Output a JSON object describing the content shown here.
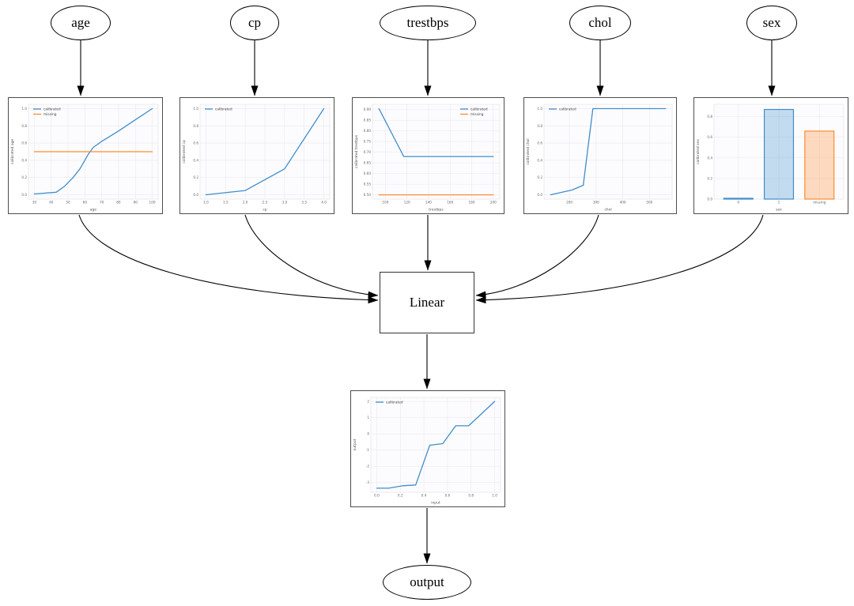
{
  "diagram": {
    "nodes": {
      "age": "age",
      "cp": "cp",
      "trestbps": "trestbps",
      "chol": "chol",
      "sex": "sex",
      "linear": "Linear",
      "output": "output"
    },
    "edges": [
      {
        "from": "age",
        "to": "age-calibrator"
      },
      {
        "from": "cp",
        "to": "cp-calibrator"
      },
      {
        "from": "trestbps",
        "to": "trestbps-calibrator"
      },
      {
        "from": "chol",
        "to": "chol-calibrator"
      },
      {
        "from": "sex",
        "to": "sex-calibrator"
      },
      {
        "from": "age-calibrator",
        "to": "Linear"
      },
      {
        "from": "cp-calibrator",
        "to": "Linear"
      },
      {
        "from": "trestbps-calibrator",
        "to": "Linear"
      },
      {
        "from": "chol-calibrator",
        "to": "Linear"
      },
      {
        "from": "sex-calibrator",
        "to": "Linear"
      },
      {
        "from": "Linear",
        "to": "output-calibrator"
      },
      {
        "from": "output-calibrator",
        "to": "output"
      }
    ]
  },
  "colors": {
    "calibrated": "#3f8ecb",
    "missing": "#ff8c2e"
  },
  "chart_data": [
    {
      "id": "age-calibrator",
      "type": "line",
      "xlabel": "age",
      "ylabel": "calibrated age",
      "xlim": [
        26.5,
        103.5
      ],
      "ylim": [
        -0.05,
        1.05
      ],
      "xticks": {
        "v": [
          30,
          40,
          50,
          60,
          70,
          80,
          90,
          100
        ],
        "l": [
          "30",
          "40",
          "50",
          "60",
          "70",
          "80",
          "90",
          "100"
        ]
      },
      "yticks": {
        "v": [
          0.0,
          0.2,
          0.4,
          0.6,
          0.8,
          1.0
        ],
        "l": [
          "0.0",
          "0.2",
          "0.4",
          "0.6",
          "0.8",
          "1.0"
        ]
      },
      "legend": "upper-left",
      "series": [
        {
          "name": "calibrated",
          "color_key": "calibrated",
          "x": [
            30,
            43,
            48,
            53,
            57,
            62,
            65,
            70,
            80,
            90,
            100
          ],
          "y": [
            0.01,
            0.03,
            0.1,
            0.2,
            0.3,
            0.47,
            0.55,
            0.62,
            0.74,
            0.87,
            1.0
          ]
        },
        {
          "name": "missing",
          "color_key": "missing",
          "x": [
            30,
            100
          ],
          "y": [
            0.5,
            0.5
          ]
        }
      ]
    },
    {
      "id": "cp-calibrator",
      "type": "line",
      "xlabel": "cp",
      "ylabel": "calibrated cp",
      "xlim": [
        0.85,
        4.15
      ],
      "ylim": [
        -0.05,
        1.05
      ],
      "xticks": {
        "v": [
          1.0,
          1.5,
          2.0,
          2.5,
          3.0,
          3.5,
          4.0
        ],
        "l": [
          "1.0",
          "1.5",
          "2.0",
          "2.5",
          "3.0",
          "3.5",
          "4.0"
        ]
      },
      "yticks": {
        "v": [
          0.0,
          0.2,
          0.4,
          0.6,
          0.8,
          1.0
        ],
        "l": [
          "0.0",
          "0.2",
          "0.4",
          "0.6",
          "0.8",
          "1.0"
        ]
      },
      "legend": "upper-left",
      "series": [
        {
          "name": "calibrated",
          "color_key": "calibrated",
          "x": [
            1.0,
            2.0,
            3.0,
            4.0
          ],
          "y": [
            0.0,
            0.05,
            0.3,
            1.0
          ]
        }
      ]
    },
    {
      "id": "trestbps-calibrator",
      "type": "line",
      "xlabel": "trestbps",
      "ylabel": "calibrated trestbps",
      "xlim": [
        88,
        206
      ],
      "ylim": [
        0.48,
        0.925
      ],
      "xticks": {
        "v": [
          100,
          120,
          140,
          160,
          180,
          200
        ],
        "l": [
          "100",
          "120",
          "140",
          "160",
          "180",
          "200"
        ]
      },
      "yticks": {
        "v": [
          0.5,
          0.55,
          0.6,
          0.65,
          0.7,
          0.75,
          0.8,
          0.85,
          0.9
        ],
        "l": [
          "0.50",
          "0.55",
          "0.60",
          "0.65",
          "0.70",
          "0.75",
          "0.80",
          "0.85",
          "0.90"
        ]
      },
      "legend": "upper-right",
      "series": [
        {
          "name": "calibrated",
          "color_key": "calibrated",
          "x": [
            94,
            117,
            200
          ],
          "y": [
            0.905,
            0.68,
            0.68
          ]
        },
        {
          "name": "missing",
          "color_key": "missing",
          "x": [
            94,
            200
          ],
          "y": [
            0.5,
            0.5
          ]
        }
      ]
    },
    {
      "id": "chol-calibrator",
      "type": "line",
      "xlabel": "chol",
      "ylabel": "calibrated chol",
      "xlim": [
        105,
        585
      ],
      "ylim": [
        -0.05,
        1.05
      ],
      "xticks": {
        "v": [
          200,
          300,
          400,
          500
        ],
        "l": [
          "200",
          "300",
          "400",
          "500"
        ]
      },
      "yticks": {
        "v": [
          0.0,
          0.2,
          0.4,
          0.6,
          0.8,
          1.0
        ],
        "l": [
          "0.0",
          "0.2",
          "0.4",
          "0.6",
          "0.8",
          "1.0"
        ]
      },
      "legend": "upper-left",
      "series": [
        {
          "name": "calibrated",
          "color_key": "calibrated",
          "x": [
            130,
            210,
            252,
            288,
            560
          ],
          "y": [
            0.0,
            0.055,
            0.11,
            1.0,
            1.0
          ]
        }
      ]
    },
    {
      "id": "sex-calibrator",
      "type": "bar",
      "xlabel": "sex",
      "ylabel": "calibrated sex",
      "categories": [
        "0",
        "1",
        "missing"
      ],
      "values": [
        0.008,
        0.87,
        0.66
      ],
      "bar_color_keys": [
        "calibrated",
        "calibrated",
        "missing"
      ],
      "ylim": [
        0,
        0.92
      ],
      "yticks": {
        "v": [
          0.0,
          0.2,
          0.4,
          0.6,
          0.8
        ],
        "l": [
          "0.0",
          "0.2",
          "0.4",
          "0.6",
          "0.8"
        ]
      },
      "legend": null
    },
    {
      "id": "output-calibrator",
      "type": "line",
      "xlabel": "input",
      "ylabel": "output",
      "xlim": [
        -0.05,
        1.05
      ],
      "ylim": [
        -3.6,
        2.25
      ],
      "xticks": {
        "v": [
          0.0,
          0.2,
          0.4,
          0.6,
          0.8,
          1.0
        ],
        "l": [
          "0.0",
          "0.2",
          "0.4",
          "0.6",
          "0.8",
          "1.0"
        ]
      },
      "yticks": {
        "v": [
          -3,
          -2,
          -1,
          0,
          1,
          2
        ],
        "l": [
          "-3",
          "-2",
          "-1",
          "0",
          "1",
          "2"
        ]
      },
      "legend": "upper-left",
      "series": [
        {
          "name": "calibrated",
          "color_key": "calibrated",
          "x": [
            0.0,
            0.1,
            0.22,
            0.33,
            0.45,
            0.56,
            0.67,
            0.78,
            0.89,
            1.0
          ],
          "y": [
            -3.35,
            -3.35,
            -3.2,
            -3.15,
            -0.7,
            -0.6,
            0.5,
            0.5,
            1.25,
            2.0
          ]
        }
      ]
    }
  ]
}
